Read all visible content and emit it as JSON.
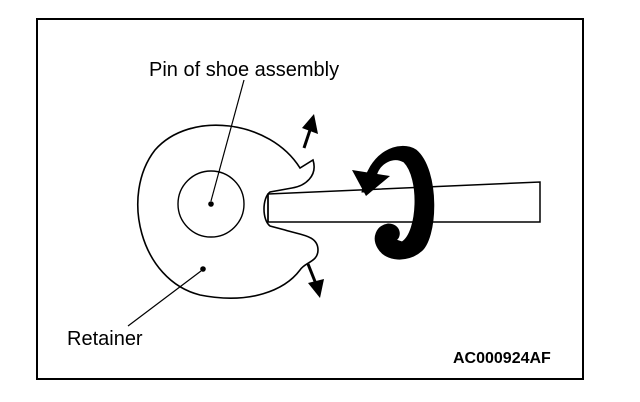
{
  "labels": {
    "pin": "Pin of shoe assembly",
    "retainer": "Retainer",
    "code": "AC000924AF"
  },
  "colors": {
    "line": "#000000",
    "background": "#ffffff"
  }
}
